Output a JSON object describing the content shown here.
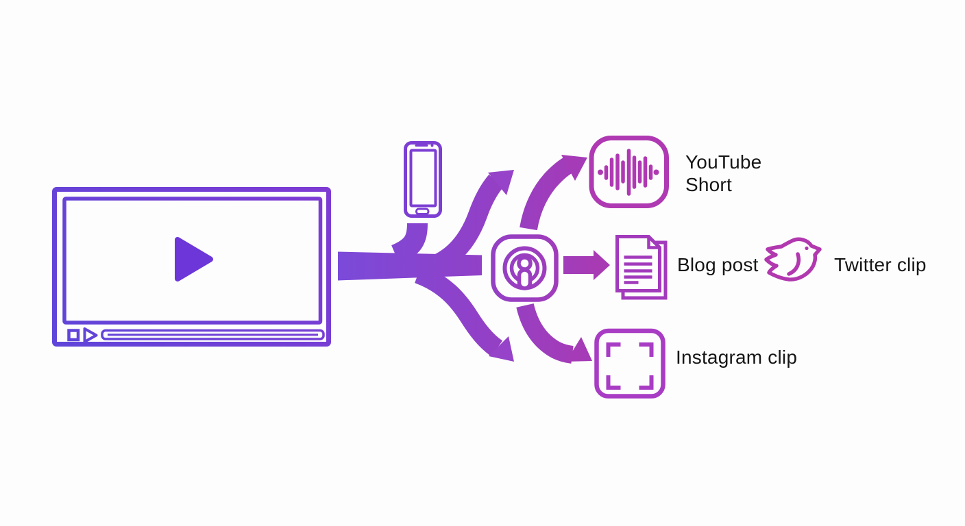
{
  "labels": {
    "youtube_short": "YouTube Short",
    "blog_post": "Blog post",
    "twitter_clip": "Twitter clip",
    "instagram_clip": "Instagram clip"
  },
  "icons": {
    "video_player": "video-player-icon",
    "smartphone": "smartphone-icon",
    "podcast": "podcast-icon",
    "waveform": "waveform-icon",
    "document": "document-icon",
    "twitter_bird": "twitter-bird-icon",
    "crop_frame": "crop-frame-icon",
    "flow_arrows": "branching-arrow-icons"
  },
  "connections": [
    {
      "from": "video-player",
      "to": "smartphone"
    },
    {
      "from": "video-player",
      "to": "upper-right-branch"
    },
    {
      "from": "video-player",
      "to": "podcast"
    },
    {
      "from": "video-player",
      "to": "lower-right-branch"
    },
    {
      "from": "podcast",
      "to": "youtube-short"
    },
    {
      "from": "podcast",
      "to": "blog-post"
    },
    {
      "from": "podcast",
      "to": "instagram-clip"
    }
  ],
  "colors": {
    "background": "#fdfdfd",
    "player_gradient_start": "#5f45d9",
    "player_gradient_end": "#7e3bd3",
    "play_button": "#6c36d8",
    "phone_purple": "#7c3ed3",
    "flow_gradient_start": "#7a4ad9",
    "flow_gradient_mid": "#8f41c9",
    "flow_gradient_end": "#a93ab3",
    "waveform_magenta": "#af39b2",
    "document_magenta": "#a23abc",
    "twitter_magenta": "#b138ae",
    "frame_magenta": "#a83cc4",
    "label_text": "#161616"
  }
}
